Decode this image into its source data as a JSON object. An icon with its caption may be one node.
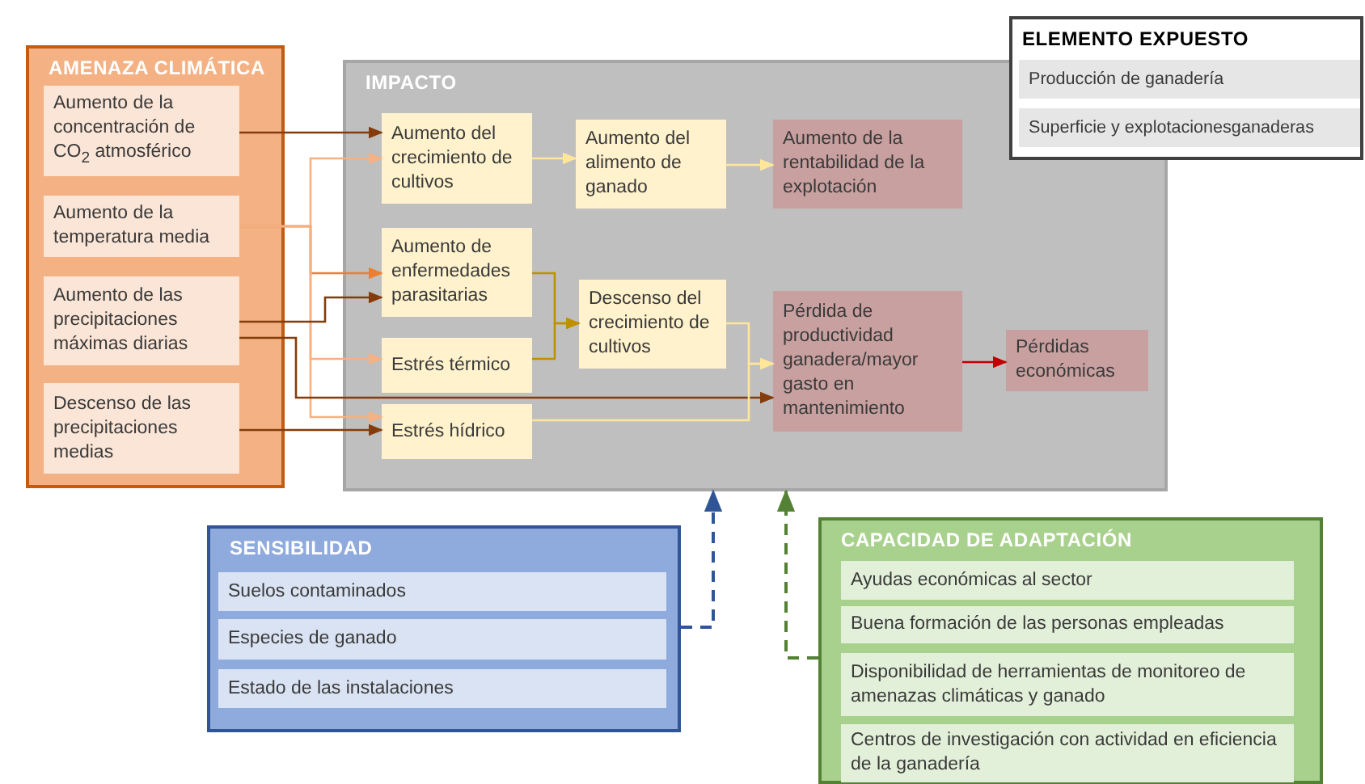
{
  "diagram": {
    "nodes": [
      {
        "text": [
          "AMENAZA CLIMÁTICA"
        ]
      },
      {
        "text": [
          "Aumento de la concentración de CO$_{2}$ atmosférico"
        ],
        "in": 0
      },
      {
        "text": [
          "Aumento de la temperatura media"
        ],
        "in": 0
      },
      {
        "text": [
          "Aumento de las precipitaciones máximas diarias"
        ],
        "in": 0
      },
      {
        "text": [
          "Descenso de las precipitaciones medias"
        ],
        "in": 0
      },
      {
        "text": [
          "IMPACTO"
        ]
      },
      {
        "text": [
          "Aumento del crecimiento de cultivos"
        ],
        "in": 5
      },
      {
        "text": [
          "Aumento del alimento de ganado"
        ],
        "in": 5
      },
      {
        "text": [
          "Aumento de la rentabilidad de la explotación"
        ],
        "in": 5
      },
      {
        "text": [
          "Aumento de enfermedades parasitarias"
        ],
        "in": 5
      },
      {
        "text": [
          "Estrés térmico"
        ],
        "in": 5
      },
      {
        "text": [
          "Descenso del crecimiento de cultivos"
        ],
        "in": 5
      },
      {
        "text": [
          "Pérdida de productividad ganadera/mayor gasto en mantenimiento"
        ],
        "in": 5
      },
      {
        "text": [
          "Pérdidas económicas"
        ],
        "in": 5
      },
      {
        "text": [
          "Estrés hídrico"
        ],
        "in": 5
      },
      {
        "text": [
          "ELEMENTO EXPUESTO"
        ]
      },
      {
        "text": [
          "Producción de ganadería"
        ],
        "in": 15
      },
      {
        "text": [
          "Superficie y explotacionesganaderas"
        ],
        "in": 15
      },
      {
        "text": [
          "SENSIBILIDAD"
        ]
      },
      {
        "text": [
          "Suelos contaminados"
        ],
        "in": 18
      },
      {
        "text": [
          "Especies de ganado"
        ],
        "in": 18
      },
      {
        "text": [
          "Estado de las instalaciones"
        ],
        "in": 18
      },
      {
        "text": [
          "CAPACIDAD DE ADAPTACIÓN"
        ]
      },
      {
        "text": [
          "Ayudas económicas al sector"
        ],
        "in": 22
      },
      {
        "text": [
          "Buena formación de las personas empleadas"
        ],
        "in": 22
      },
      {
        "text": [
          "Disponibilidad de herramientas de monitoreo de amenazas climáticas y ganado"
        ],
        "in": 22
      },
      {
        "text": [
          "Centros de investigación con actividad en eficiencia de la ganadería"
        ],
        "in": 22
      }
    ],
    "edges": [
      {
        "from": 1,
        "to": 6,
        "arrow": "to",
        "color": "#843c0c"
      },
      {
        "from": 2,
        "to": 6,
        "arrow": "to",
        "color": "#f4b183"
      },
      {
        "from": 2,
        "to": 9,
        "arrow": "to",
        "color": "#ed7d31"
      },
      {
        "from": 2,
        "to": 10,
        "arrow": "to",
        "color": "#f4b183"
      },
      {
        "from": 2,
        "to": 14,
        "arrow": "to",
        "color": "#f4b183"
      },
      {
        "from": 3,
        "to": 9,
        "arrow": "to",
        "color": "#843c0c"
      },
      {
        "from": 3,
        "to": 12,
        "arrow": "to",
        "color": "#843c0c"
      },
      {
        "from": 4,
        "to": 14,
        "arrow": "to",
        "color": "#843c0c"
      },
      {
        "from": 6,
        "to": 7,
        "arrow": "to",
        "color": "#ffe699"
      },
      {
        "from": 7,
        "to": 8,
        "arrow": "to",
        "color": "#ffe699"
      },
      {
        "from": 9,
        "to": 11,
        "arrow": "to",
        "color": "#bf9000"
      },
      {
        "from": 10,
        "to": 11,
        "arrow": "to",
        "color": "#bf9000"
      },
      {
        "from": 11,
        "to": 12,
        "arrow": "to",
        "color": "#ffe699"
      },
      {
        "from": 14,
        "to": 12,
        "arrow": "to",
        "color": "#ffe699"
      },
      {
        "from": 12,
        "to": 13,
        "arrow": "to",
        "color": "#c00000"
      },
      {
        "from": 18,
        "to": 5,
        "arrow": "to",
        "style": "dashed",
        "color": "#2f5597"
      },
      {
        "from": 22,
        "to": 5,
        "arrow": "to",
        "style": "dashed",
        "color": "#548235"
      }
    ]
  }
}
